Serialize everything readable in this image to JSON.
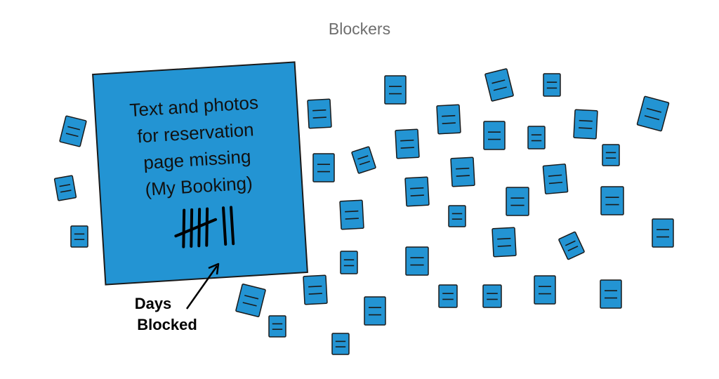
{
  "title": "Blockers",
  "main_note": {
    "lines": [
      "Text and photos",
      "for reservation",
      "page missing",
      "(My Booking)"
    ],
    "days_blocked": 7,
    "color": "#2394d3"
  },
  "days_label": [
    "Days",
    "Blocked"
  ],
  "small_note_color": "#2394d3",
  "outline_color": "#1a1a1a"
}
